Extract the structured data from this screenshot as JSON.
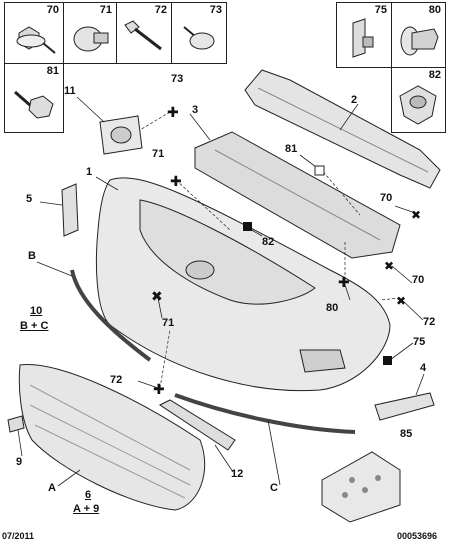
{
  "fastener_boxes": [
    {
      "id": "box-70",
      "label": "70",
      "icon": "bolt-with-washer-icon"
    },
    {
      "id": "box-71",
      "label": "71",
      "icon": "rivet-clip-icon"
    },
    {
      "id": "box-72",
      "label": "72",
      "icon": "screw-icon"
    },
    {
      "id": "box-73",
      "label": "73",
      "icon": "pin-clip-icon"
    },
    {
      "id": "box-81",
      "label": "81",
      "icon": "self-tapping-screw-icon"
    },
    {
      "id": "box-75",
      "label": "75",
      "icon": "clip-bracket-icon"
    },
    {
      "id": "box-80",
      "label": "80",
      "icon": "push-rivet-icon"
    },
    {
      "id": "box-82",
      "label": "82",
      "icon": "spire-nut-icon"
    }
  ],
  "callouts": {
    "c11": "11",
    "c73": "73",
    "c3": "3",
    "c2": "2",
    "c71a": "71",
    "c81": "81",
    "c1": "1",
    "c5": "5",
    "c70a": "70",
    "c82": "82",
    "cB": "B",
    "c70b": "70",
    "c10": "10",
    "cBC": "B + C",
    "c71b": "71",
    "c80": "80",
    "c72a": "72",
    "c75": "75",
    "c72b": "72",
    "c4": "4",
    "c9": "9",
    "c12": "12",
    "c85": "85",
    "cA": "A",
    "cC": "C",
    "c6": "6",
    "cA9": "A + 9"
  },
  "footer": {
    "date": "07/2011",
    "ref": "00053696"
  }
}
